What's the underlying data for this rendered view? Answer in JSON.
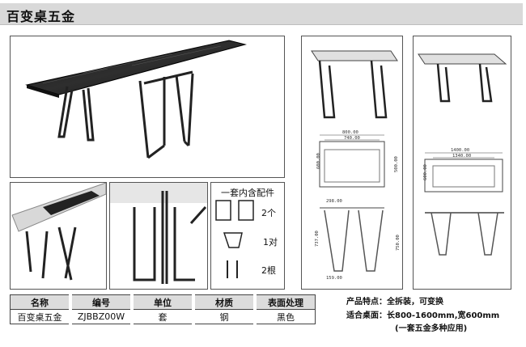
{
  "header": {
    "title": "百变桌五金"
  },
  "kit": {
    "title": "一套内含配件",
    "items": [
      {
        "label": "2个"
      },
      {
        "label": "1对"
      },
      {
        "label": "2根"
      }
    ]
  },
  "drawings": {
    "top_width": "800.00",
    "top_inner": "740.00",
    "side_depth": "600.00",
    "side_inner": "500.00",
    "front_top": "298.00",
    "front_left": "737.00",
    "front_right": "750.00",
    "front_bottom": "159.00",
    "wide_width": "1400.00",
    "wide_inner": "1340.00",
    "wide_depth": "600.00"
  },
  "spec_table": {
    "headers": [
      "名称",
      "编号",
      "单位",
      "材质",
      "表面处理"
    ],
    "values": [
      "百变桌五金",
      "ZJBBZ00W",
      "套",
      "钢",
      "黑色"
    ]
  },
  "features": {
    "line1_label": "产品特点：",
    "line1_value": "全拆装，可变换",
    "line2_label": "适合桌面：",
    "line2_value": "长800-1600mm,宽600mm",
    "line3": "(一套五金多种应用)"
  }
}
